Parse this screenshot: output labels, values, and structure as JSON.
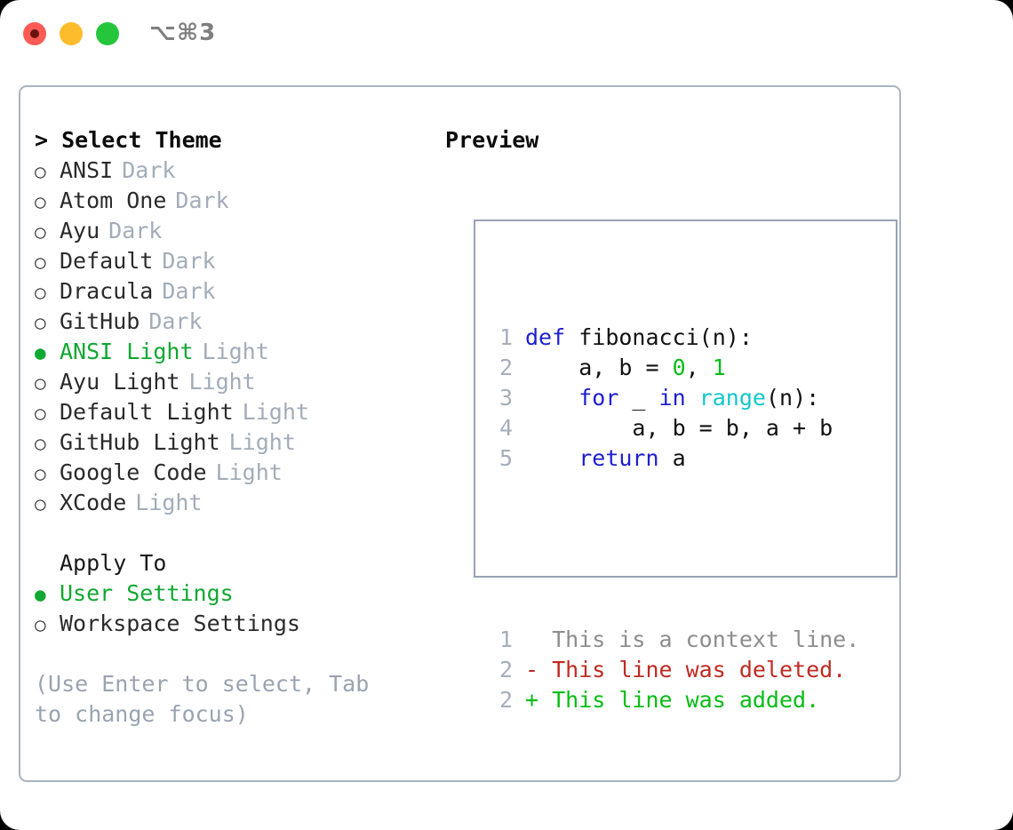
{
  "titlebar": {
    "shortcut": "⌥⌘3",
    "buttons": [
      {
        "name": "close",
        "color": "#fc5b55"
      },
      {
        "name": "minimize",
        "color": "#fdbc2c"
      },
      {
        "name": "maximize",
        "color": "#26c63c"
      }
    ]
  },
  "left": {
    "heading": "> Select Theme",
    "themes": [
      {
        "marker": "○",
        "name": "ANSI",
        "suffix": "Dark",
        "selected": false
      },
      {
        "marker": "○",
        "name": "Atom One",
        "suffix": "Dark",
        "selected": false
      },
      {
        "marker": "○",
        "name": "Ayu",
        "suffix": "Dark",
        "selected": false
      },
      {
        "marker": "○",
        "name": "Default",
        "suffix": "Dark",
        "selected": false
      },
      {
        "marker": "○",
        "name": "Dracula",
        "suffix": "Dark",
        "selected": false
      },
      {
        "marker": "○",
        "name": "GitHub",
        "suffix": "Dark",
        "selected": false
      },
      {
        "marker": "●",
        "name": "ANSI Light",
        "suffix": "Light",
        "selected": true
      },
      {
        "marker": "○",
        "name": "Ayu Light",
        "suffix": "Light",
        "selected": false
      },
      {
        "marker": "○",
        "name": "Default Light",
        "suffix": "Light",
        "selected": false
      },
      {
        "marker": "○",
        "name": "GitHub Light",
        "suffix": "Light",
        "selected": false
      },
      {
        "marker": "○",
        "name": "Google Code",
        "suffix": "Light",
        "selected": false
      },
      {
        "marker": "○",
        "name": "XCode",
        "suffix": "Light",
        "selected": false
      }
    ],
    "apply_to_heading": "Apply To",
    "apply_to": [
      {
        "marker": "●",
        "name": "User Settings",
        "selected": true
      },
      {
        "marker": "○",
        "name": "Workspace Settings",
        "selected": false
      }
    ],
    "hint": "(Use Enter to select, Tab to change focus)"
  },
  "right": {
    "heading": "Preview",
    "code_lines": [
      {
        "num": "1",
        "tokens": [
          {
            "t": "def ",
            "c": "kw"
          },
          {
            "t": "fibonacci(n):",
            "c": "txt"
          }
        ]
      },
      {
        "num": "2",
        "tokens": [
          {
            "t": "    a, b = ",
            "c": "txt"
          },
          {
            "t": "0",
            "c": "num"
          },
          {
            "t": ", ",
            "c": "txt"
          },
          {
            "t": "1",
            "c": "num"
          }
        ]
      },
      {
        "num": "3",
        "tokens": [
          {
            "t": "    ",
            "c": "txt"
          },
          {
            "t": "for",
            "c": "kw"
          },
          {
            "t": " _ ",
            "c": "txt"
          },
          {
            "t": "in",
            "c": "kw"
          },
          {
            "t": " ",
            "c": "txt"
          },
          {
            "t": "range",
            "c": "bi"
          },
          {
            "t": "(n):",
            "c": "txt"
          }
        ]
      },
      {
        "num": "4",
        "tokens": [
          {
            "t": "        a, b = b, a + b",
            "c": "txt"
          }
        ]
      },
      {
        "num": "5",
        "tokens": [
          {
            "t": "    ",
            "c": "txt"
          },
          {
            "t": "return",
            "c": "kw"
          },
          {
            "t": " a",
            "c": "txt"
          }
        ]
      }
    ],
    "diff_lines": [
      {
        "num": "1",
        "tokens": [
          {
            "t": "  This is a context line.",
            "c": "ctx"
          }
        ]
      },
      {
        "num": "2",
        "tokens": [
          {
            "t": "- This line was deleted.",
            "c": "del"
          }
        ]
      },
      {
        "num": "2",
        "tokens": [
          {
            "t": "+ This line was added.",
            "c": "add"
          }
        ]
      }
    ]
  }
}
